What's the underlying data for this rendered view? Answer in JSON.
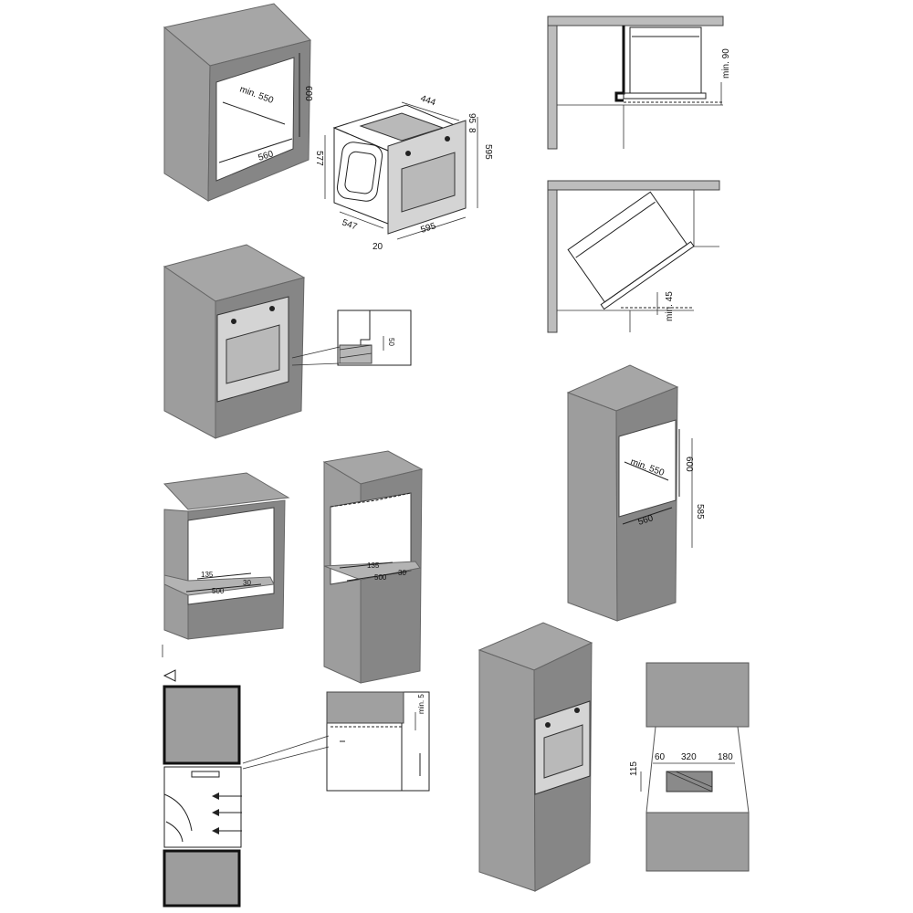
{
  "panel1": {
    "niche_depth": "min. 550",
    "niche_height": "600",
    "niche_width": "560"
  },
  "panel2": {
    "depth_top": "444",
    "depth_side": "547",
    "height_side": "577",
    "gap_a": "8",
    "gap_b": "95",
    "height_front": "595",
    "width_front": "595",
    "base_offset": "20"
  },
  "panel3": {
    "clearance": "min. 90"
  },
  "panel4": {
    "clearance": "min. 45"
  },
  "panel5": {
    "gap": "50"
  },
  "panel6": {
    "depth": "135",
    "width": "500",
    "gap": "30"
  },
  "panel7": {
    "depth": "135",
    "width": "500",
    "gap": "30"
  },
  "panel8": {
    "niche_depth": "min. 550",
    "niche_height": "600",
    "niche_width": "560",
    "height_from_floor": "585"
  },
  "panel9": {
    "clearance": "min. 5"
  },
  "panel10": {
    "left_gap": "60",
    "opening_width": "320",
    "right_gap": "180",
    "opening_height": "115"
  }
}
